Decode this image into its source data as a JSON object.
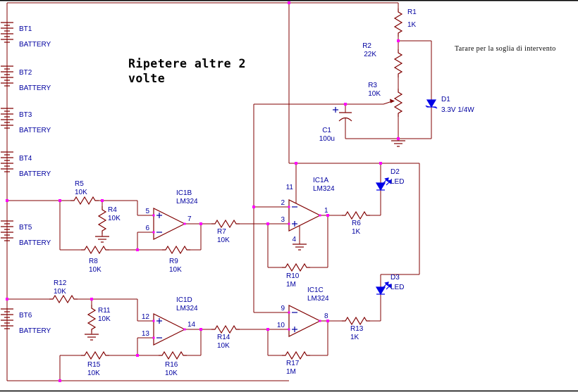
{
  "notes": {
    "repeat_line1": "Ripetere altre 2",
    "repeat_line2": "volte",
    "calibration": "Tarare per la soglia di intervento"
  },
  "colors": {
    "wire": "#800000",
    "component": "#800000",
    "semiconductor": "#0000E6",
    "label": "#0000A0",
    "junction": "#FF00FF"
  },
  "batteries": [
    {
      "ref": "BT1",
      "type": "BATTERY"
    },
    {
      "ref": "BT2",
      "type": "BATTERY"
    },
    {
      "ref": "BT3",
      "type": "BATTERY"
    },
    {
      "ref": "BT4",
      "type": "BATTERY"
    },
    {
      "ref": "BT5",
      "type": "BATTERY"
    },
    {
      "ref": "BT6",
      "type": "BATTERY"
    }
  ],
  "resistors": {
    "r1": {
      "ref": "R1",
      "value": "1K"
    },
    "r2": {
      "ref": "R2",
      "value": "22K"
    },
    "r3": {
      "ref": "R3",
      "value": "10K"
    },
    "r4": {
      "ref": "R4",
      "value": "10K"
    },
    "r5": {
      "ref": "R5",
      "value": "10K"
    },
    "r6": {
      "ref": "R6",
      "value": "1K"
    },
    "r7": {
      "ref": "R7",
      "value": "10K"
    },
    "r8": {
      "ref": "R8",
      "value": "10K"
    },
    "r9": {
      "ref": "R9",
      "value": "10K"
    },
    "r10": {
      "ref": "R10",
      "value": "1M"
    },
    "r11": {
      "ref": "R11",
      "value": "10K"
    },
    "r12": {
      "ref": "R12",
      "value": "10K"
    },
    "r13": {
      "ref": "R13",
      "value": "1K"
    },
    "r14": {
      "ref": "R14",
      "value": "10K"
    },
    "r15": {
      "ref": "R15",
      "value": "10K"
    },
    "r16": {
      "ref": "R16",
      "value": "10K"
    },
    "r17": {
      "ref": "R17",
      "value": "1M"
    }
  },
  "capacitors": {
    "c1": {
      "ref": "C1",
      "value": "100u"
    }
  },
  "diodes": {
    "d1": {
      "ref": "D1",
      "value": "3.3V 1/4W"
    },
    "d2": {
      "ref": "D2",
      "value": "LED"
    },
    "d3": {
      "ref": "D3",
      "value": "LED"
    }
  },
  "opamps": {
    "ic1b": {
      "ref": "IC1B",
      "part": "LM324",
      "pin_top": "5",
      "pin_bottom": "6",
      "pin_out": "7"
    },
    "ic1a": {
      "ref": "IC1A",
      "part": "LM324",
      "pin_top": "2",
      "pin_bottom": "3",
      "pin_out": "1",
      "pin_vcc": "11",
      "pin_gnd": "4"
    },
    "ic1d": {
      "ref": "IC1D",
      "part": "LM324",
      "pin_top": "12",
      "pin_bottom": "13",
      "pin_out": "14"
    },
    "ic1c": {
      "ref": "IC1C",
      "part": "LM324",
      "pin_top": "9",
      "pin_bottom": "10",
      "pin_out": "8"
    }
  }
}
